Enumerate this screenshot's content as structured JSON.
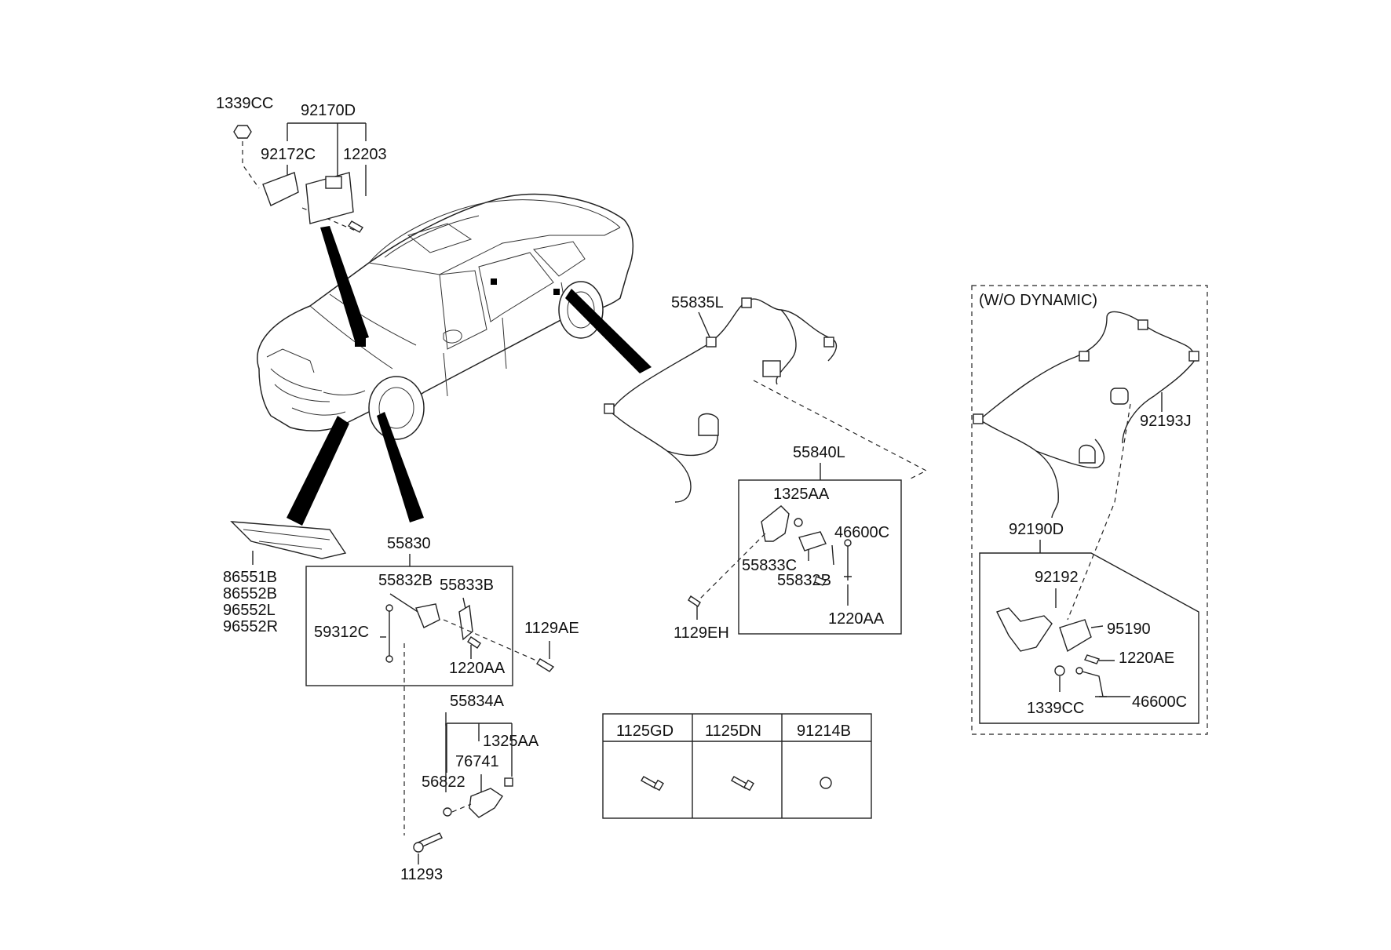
{
  "labels": {
    "p1339CC_top": "1339CC",
    "p92170D": "92170D",
    "p92172C": "92172C",
    "p12203": "12203",
    "p55835L": "55835L",
    "p55840L": "55840L",
    "p1325AA_a": "1325AA",
    "p46600C_a": "46600C",
    "p55833C": "55833C",
    "p55832B_a": "55832B",
    "p1129EH": "1129EH",
    "p1220AA_a": "1220AA",
    "p86551B": "86551B",
    "p86552B": "86552B",
    "p96552L": "96552L",
    "p96552R": "96552R",
    "p55830": "55830",
    "p55832B_b": "55832B",
    "p55833B": "55833B",
    "p59312C": "59312C",
    "p1129AE": "1129AE",
    "p1220AA_b": "1220AA",
    "p55834A": "55834A",
    "p1325AA_b": "1325AA",
    "p76741": "76741",
    "p56822": "56822",
    "p11293": "11293",
    "wo_dynamic": "(W/O DYNAMIC)",
    "p92193J": "92193J",
    "p92190D": "92190D",
    "p92192": "92192",
    "p95190": "95190",
    "p1220AE": "1220AE",
    "p1339CC_b": "1339CC",
    "p46600C_b": "46600C"
  },
  "fastener_table": {
    "headers": [
      "1125GD",
      "1125DN",
      "91214B"
    ],
    "icons": [
      "bolt-icon",
      "bolt-icon",
      "nut-icon"
    ]
  }
}
